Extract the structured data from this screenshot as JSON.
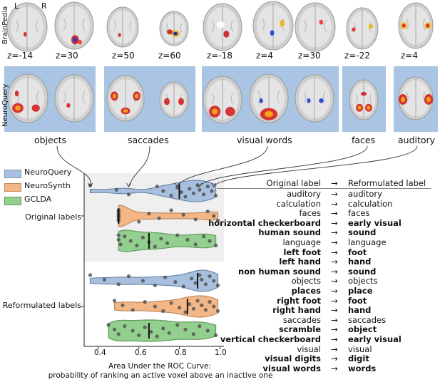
{
  "brainpedia": {
    "row_label": "BrainPedia",
    "orientation": {
      "left": "L",
      "right": "R"
    },
    "z_labels": [
      "z=-14",
      "z=30",
      "z=50",
      "z=60",
      "z=-18",
      "z=4",
      "z=30",
      "z=-22",
      "z=4"
    ]
  },
  "neuroquery": {
    "row_label": "NeuroQuery",
    "terms": [
      "objects",
      "saccades",
      "visual words",
      "faces",
      "auditory"
    ],
    "panel_color": "#aac4e4"
  },
  "legend": [
    {
      "name": "NeuroQuery",
      "color": "#a8c0df"
    },
    {
      "name": "NeuroSynth",
      "color": "#f3b787"
    },
    {
      "name": "GCLDA",
      "color": "#93cf8e"
    }
  ],
  "chart_data": {
    "type": "violin",
    "xlabel_line1": "Area Under the ROC Curve:",
    "xlabel_line2": "probability of ranking an active voxel above an inactive one",
    "xlim": [
      0.33,
      1.02
    ],
    "xticks": [
      "0.4",
      "0.6",
      "0.8",
      "1.0"
    ],
    "xtick_values": [
      0.4,
      0.6,
      0.8,
      1.0
    ],
    "groups": [
      "Original labels",
      "Reformulated labels"
    ],
    "series": [
      {
        "group": "Original labels",
        "name": "NeuroQuery",
        "median": 0.8,
        "values": [
          0.36,
          0.49,
          0.55,
          0.69,
          0.72,
          0.76,
          0.79,
          0.81,
          0.83,
          0.85,
          0.87,
          0.89,
          0.9,
          0.92,
          0.94,
          0.96,
          0.98
        ]
      },
      {
        "group": "Original labels",
        "name": "NeuroSynth",
        "median": 0.5,
        "values": [
          0.5,
          0.5,
          0.5,
          0.5,
          0.5,
          0.5,
          0.5,
          0.5,
          0.6,
          0.65,
          0.7,
          0.76,
          0.82,
          0.88,
          0.94,
          0.97,
          0.99
        ]
      },
      {
        "group": "Original labels",
        "name": "GCLDA",
        "median": 0.65,
        "values": [
          0.5,
          0.5,
          0.51,
          0.53,
          0.56,
          0.59,
          0.62,
          0.65,
          0.68,
          0.71,
          0.74,
          0.79,
          0.84,
          0.88,
          0.92,
          0.95,
          0.98
        ]
      },
      {
        "group": "Reformulated labels",
        "name": "NeuroQuery",
        "median": 0.89,
        "values": [
          0.36,
          0.43,
          0.5,
          0.55,
          0.62,
          0.68,
          0.73,
          0.78,
          0.82,
          0.86,
          0.88,
          0.9,
          0.91,
          0.93,
          0.95,
          0.97,
          0.99
        ]
      },
      {
        "group": "Reformulated labels",
        "name": "NeuroSynth",
        "median": 0.84,
        "values": [
          0.48,
          0.52,
          0.57,
          0.63,
          0.68,
          0.72,
          0.76,
          0.8,
          0.83,
          0.85,
          0.87,
          0.89,
          0.91,
          0.93,
          0.95,
          0.97,
          0.99
        ]
      },
      {
        "group": "Reformulated labels",
        "name": "GCLDA",
        "median": 0.65,
        "values": [
          0.45,
          0.48,
          0.5,
          0.53,
          0.57,
          0.6,
          0.63,
          0.66,
          0.69,
          0.72,
          0.75,
          0.79,
          0.83,
          0.87,
          0.9,
          0.94,
          0.98
        ]
      }
    ],
    "grid": false
  },
  "table": {
    "header_left": "Original label",
    "header_arrow": "→",
    "header_right": "Reformulated label",
    "rows": [
      {
        "original": "auditory",
        "arrow": "→",
        "reformulated": "auditory",
        "bold": false
      },
      {
        "original": "calculation",
        "arrow": "→",
        "reformulated": "calculation",
        "bold": false
      },
      {
        "original": "faces",
        "arrow": "→",
        "reformulated": "faces",
        "bold": false
      },
      {
        "original": "horizontal checkerboard",
        "arrow": "→",
        "reformulated": "early visual",
        "bold": true
      },
      {
        "original": "human sound",
        "arrow": "→",
        "reformulated": "sound",
        "bold": true
      },
      {
        "original": "language",
        "arrow": "→",
        "reformulated": "language",
        "bold": false
      },
      {
        "original": "left foot",
        "arrow": "→",
        "reformulated": "foot",
        "bold": true
      },
      {
        "original": "left hand",
        "arrow": "→",
        "reformulated": "hand",
        "bold": true
      },
      {
        "original": "non human sound",
        "arrow": "→",
        "reformulated": "sound",
        "bold": true
      },
      {
        "original": "objects",
        "arrow": "→",
        "reformulated": "objects",
        "bold": false
      },
      {
        "original": "places",
        "arrow": "→",
        "reformulated": "place",
        "bold": true
      },
      {
        "original": "right foot",
        "arrow": "→",
        "reformulated": "foot",
        "bold": true
      },
      {
        "original": "right hand",
        "arrow": "→",
        "reformulated": "hand",
        "bold": true
      },
      {
        "original": "saccades",
        "arrow": "→",
        "reformulated": "saccades",
        "bold": false
      },
      {
        "original": "scramble",
        "arrow": "→",
        "reformulated": "object",
        "bold": true
      },
      {
        "original": "vertical checkerboard",
        "arrow": "→",
        "reformulated": "early visual",
        "bold": true
      },
      {
        "original": "visual",
        "arrow": "→",
        "reformulated": "visual",
        "bold": false
      },
      {
        "original": "visual digits",
        "arrow": "→",
        "reformulated": "digit",
        "bold": true
      },
      {
        "original": "visual words",
        "arrow": "→",
        "reformulated": "words",
        "bold": true
      }
    ]
  }
}
